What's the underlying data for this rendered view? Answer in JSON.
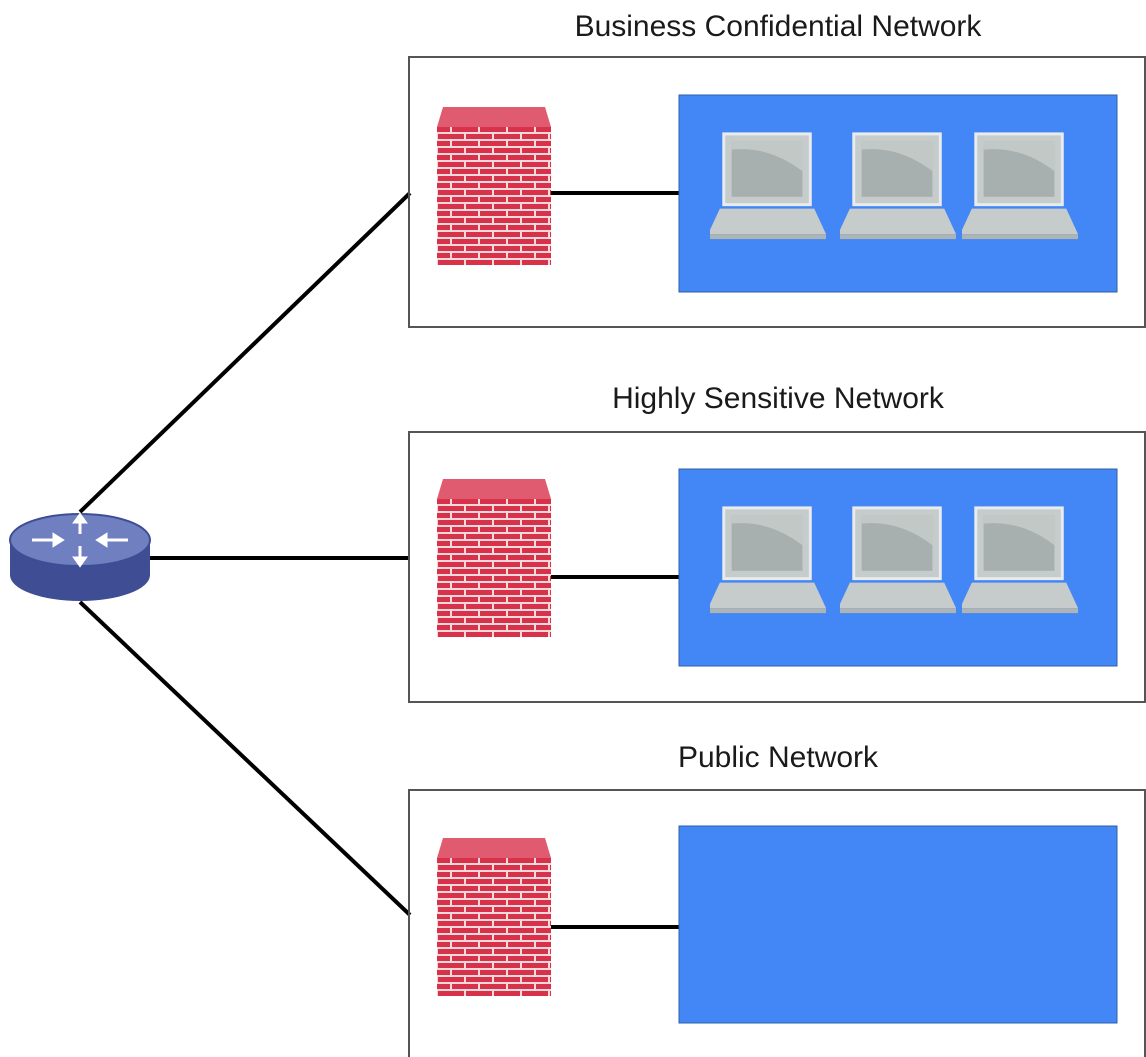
{
  "zones": [
    {
      "title": "Business Confidential Network",
      "laptops": 3
    },
    {
      "title": "Highly Sensitive Network",
      "laptops": 3
    },
    {
      "title": "Public Network",
      "laptops": 0
    }
  ],
  "colors": {
    "segment_fill": "#4287f5",
    "segment_border": "#2f5fa8",
    "firewall_brick": "#d8324a",
    "firewall_top": "#e05a70",
    "firewall_mortar": "#f3d8dc",
    "router_top": "#6f7fc0",
    "router_side": "#3f4d94",
    "link": "#000000",
    "zone_border": "#555555"
  },
  "icons": {
    "router": "router-icon",
    "firewall": "firewall-icon",
    "laptop": "laptop-icon"
  }
}
